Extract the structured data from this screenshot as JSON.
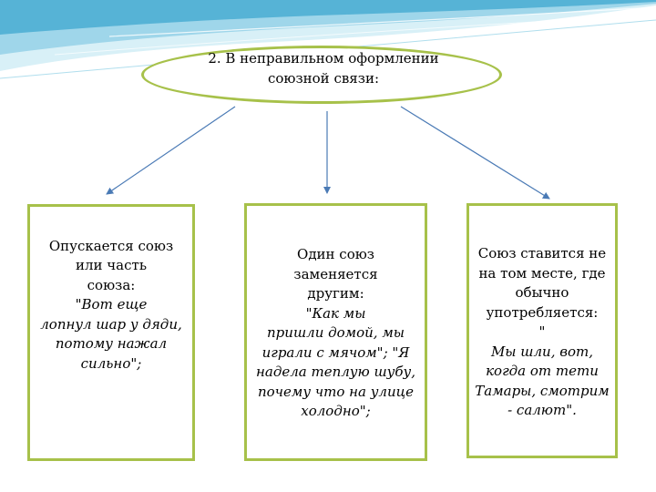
{
  "diagram": {
    "top_node": {
      "text": "2. В неправильном оформлении\nсоюзной связи:"
    },
    "boxes": [
      {
        "lead": "Опускается союз\nили часть\nсоюза:",
        "quote": "\"Вот еще\nлопнул шар у дяди,\nпотому нажал\nсильно\";"
      },
      {
        "lead": "Один союз\nзаменяется\nдругим:",
        "quote": "\"Как мы\nпришли домой, мы\nиграли с мячом\"; \"Я\nнадела теплую шубу,\nпочему что на улице\nхолодно\";"
      },
      {
        "lead": "Союз ставится не\nна том месте, где\nобычно\nупотребляется:",
        "quote": "\"\nМы шли, вот,\nкогда от тети\nТамары, смотрим\n- салют\"."
      }
    ],
    "colors": {
      "border": "#a7c14a",
      "arrow": "#4a7ab5",
      "wave_light": "#bfe6f2",
      "wave_dark": "#3fa0c8"
    }
  }
}
